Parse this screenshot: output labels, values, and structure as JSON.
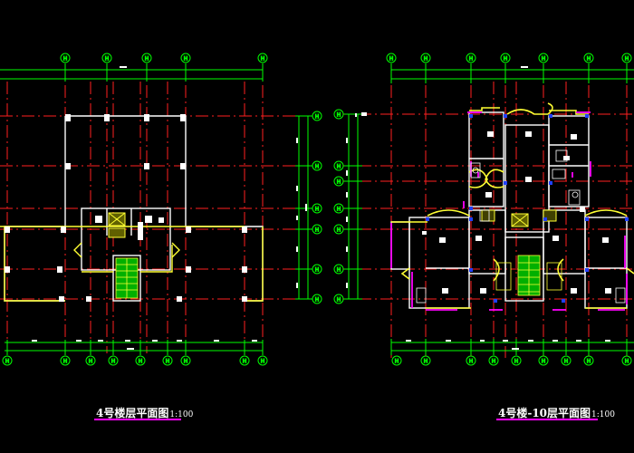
{
  "drawings": [
    {
      "id": "plan-left",
      "title": "4号楼层平面图",
      "scale": "1:100",
      "grid_label_char": "H"
    },
    {
      "id": "plan-right",
      "title": "4号楼-10层平面图",
      "scale": "1:100",
      "grid_label_char": "H"
    }
  ],
  "colors": {
    "background": "#000000",
    "axis_line": "#ff0000",
    "dimension_line": "#00ff00",
    "wall": "#ffffff",
    "balcony": "#ffff00",
    "window": "#ff00ff",
    "column": "#ffffff",
    "door": "#0000ff"
  }
}
